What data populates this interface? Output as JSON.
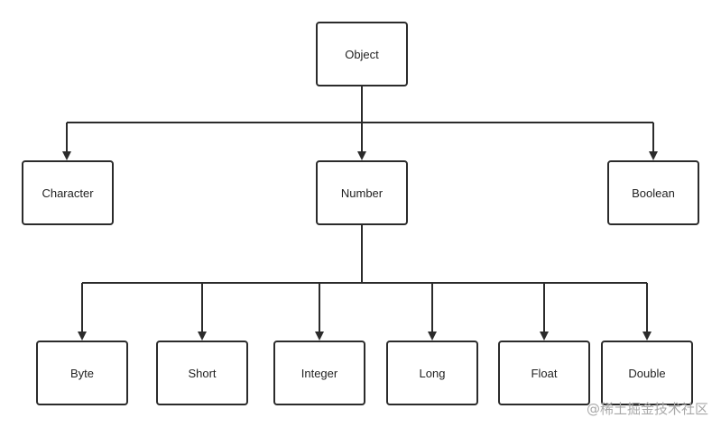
{
  "nodes": {
    "object": "Object",
    "character": "Character",
    "number": "Number",
    "boolean": "Boolean",
    "byte": "Byte",
    "short": "Short",
    "integer": "Integer",
    "long": "Long",
    "float": "Float",
    "double": "Double"
  },
  "watermark": "@稀土掘金技术社区"
}
